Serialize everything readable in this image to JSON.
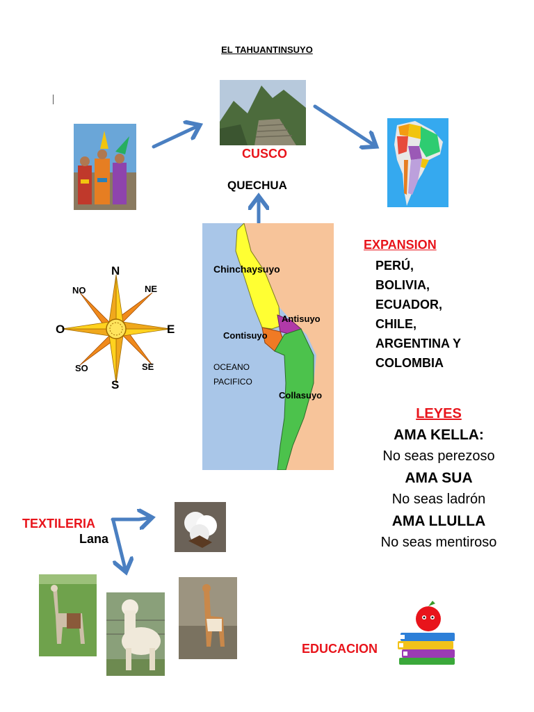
{
  "title": "EL TAHUANTINSUYO",
  "labels": {
    "cusco": "CUSCO",
    "quechua": "QUECHUA",
    "textileria": "TEXTILERIA",
    "lana": "Lana",
    "educacion": "EDUCACION"
  },
  "compass": {
    "n": "N",
    "ne": "NE",
    "e": "E",
    "se": "SE",
    "s": "S",
    "so": "SO",
    "o": "O",
    "no": "NO"
  },
  "map": {
    "chinchaysuyo": "Chinchaysuyo",
    "antisuyo": "Antisuyo",
    "contisuyo": "Contisuyo",
    "oceano1": "OCEANO",
    "oceano2": "PACIFICO",
    "collasuyo": "Collasuyo"
  },
  "expansion": {
    "heading": "EXPANSION",
    "items": [
      "PERÚ,",
      "BOLIVIA,",
      "ECUADOR,",
      "CHILE,",
      "ARGENTINA Y",
      "COLOMBIA"
    ]
  },
  "leyes": {
    "heading": "LEYES",
    "law1": "AMA KELLA:",
    "mean1": "No seas perezoso",
    "law2": "AMA SUA",
    "mean2": "No seas ladrón",
    "law3": "AMA LLULLA",
    "mean3": "No seas mentiroso"
  },
  "colors": {
    "red_label": "#e8141b",
    "arrow_blue": "#4a7fc1",
    "map_yellow": "#ffff33",
    "map_green": "#4cc24c",
    "map_orange": "#f07a24",
    "map_purple": "#b03aa8",
    "map_sea": "#a9c6e8",
    "map_land": "#f7c49a"
  },
  "icons": [
    "machu-picchu-photo",
    "inca-dancers-photo",
    "south-america-map",
    "compass-rose-icon",
    "cotton-photo",
    "llama-photo",
    "alpaca-photo",
    "vicuna-photo",
    "apple-books-icon"
  ]
}
